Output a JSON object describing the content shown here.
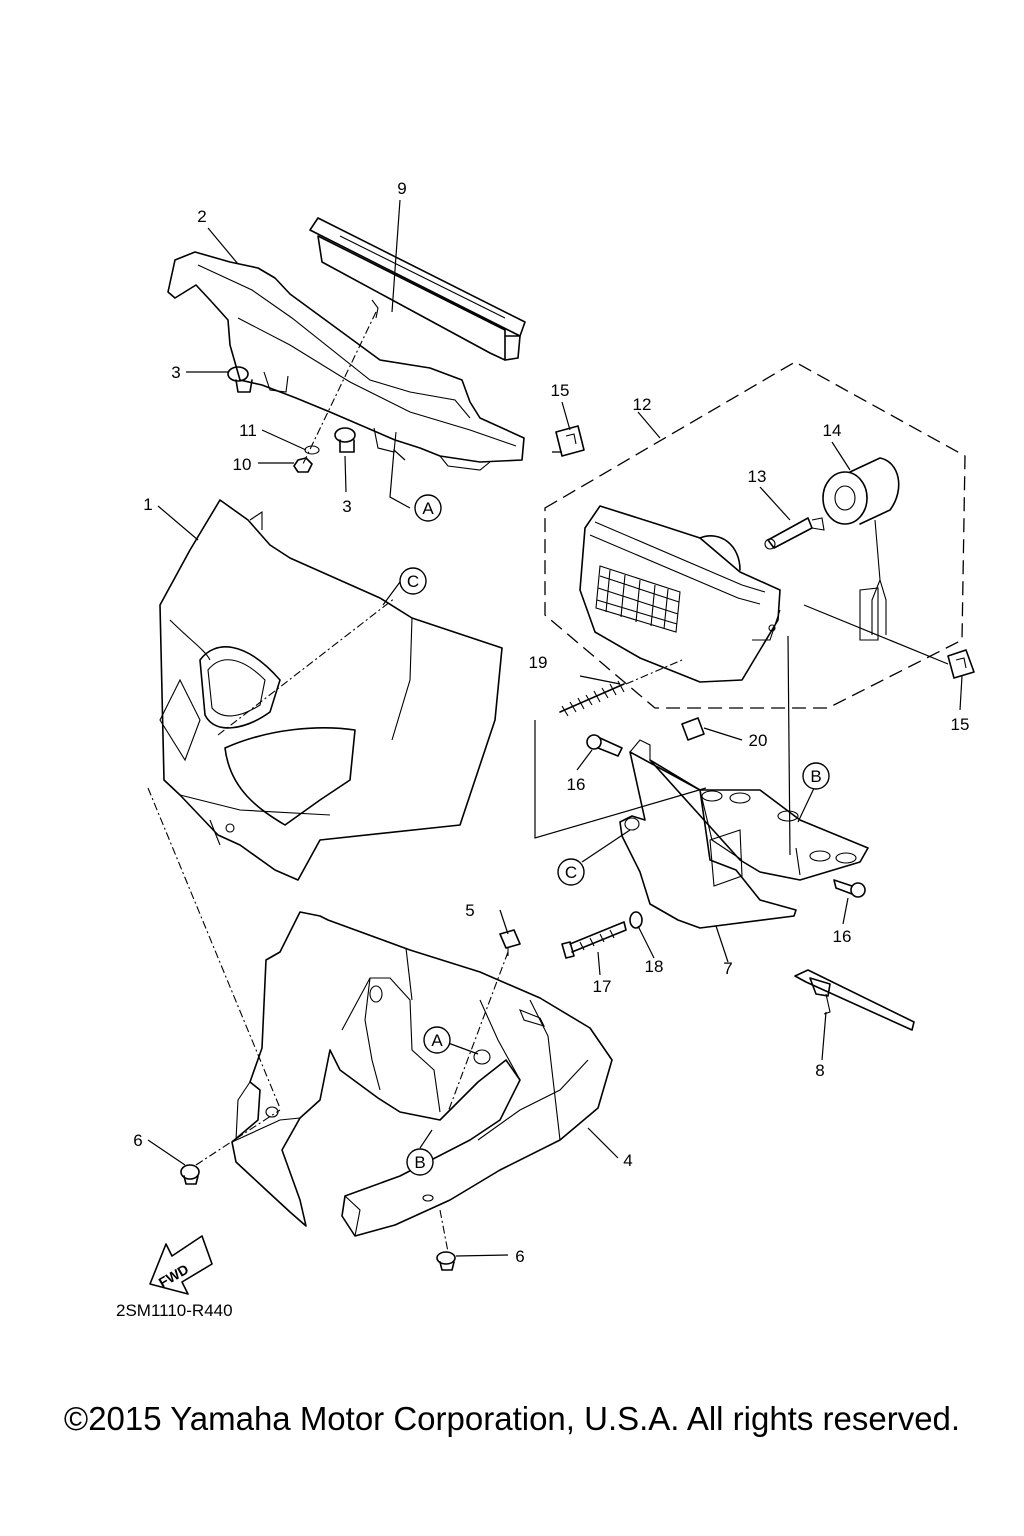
{
  "diagram_code": "2SM1110-R440",
  "fwd_label": "FWD",
  "copyright": "©2015 Yamaha Motor Corporation, U.S.A. All rights reserved.",
  "callouts": [
    "1",
    "2",
    "3",
    "3",
    "4",
    "5",
    "6",
    "6",
    "7",
    "8",
    "9",
    "10",
    "11",
    "12",
    "13",
    "14",
    "15",
    "15",
    "16",
    "16",
    "17",
    "18",
    "19",
    "20"
  ],
  "refs": [
    "A",
    "A",
    "B",
    "B",
    "C",
    "C"
  ]
}
